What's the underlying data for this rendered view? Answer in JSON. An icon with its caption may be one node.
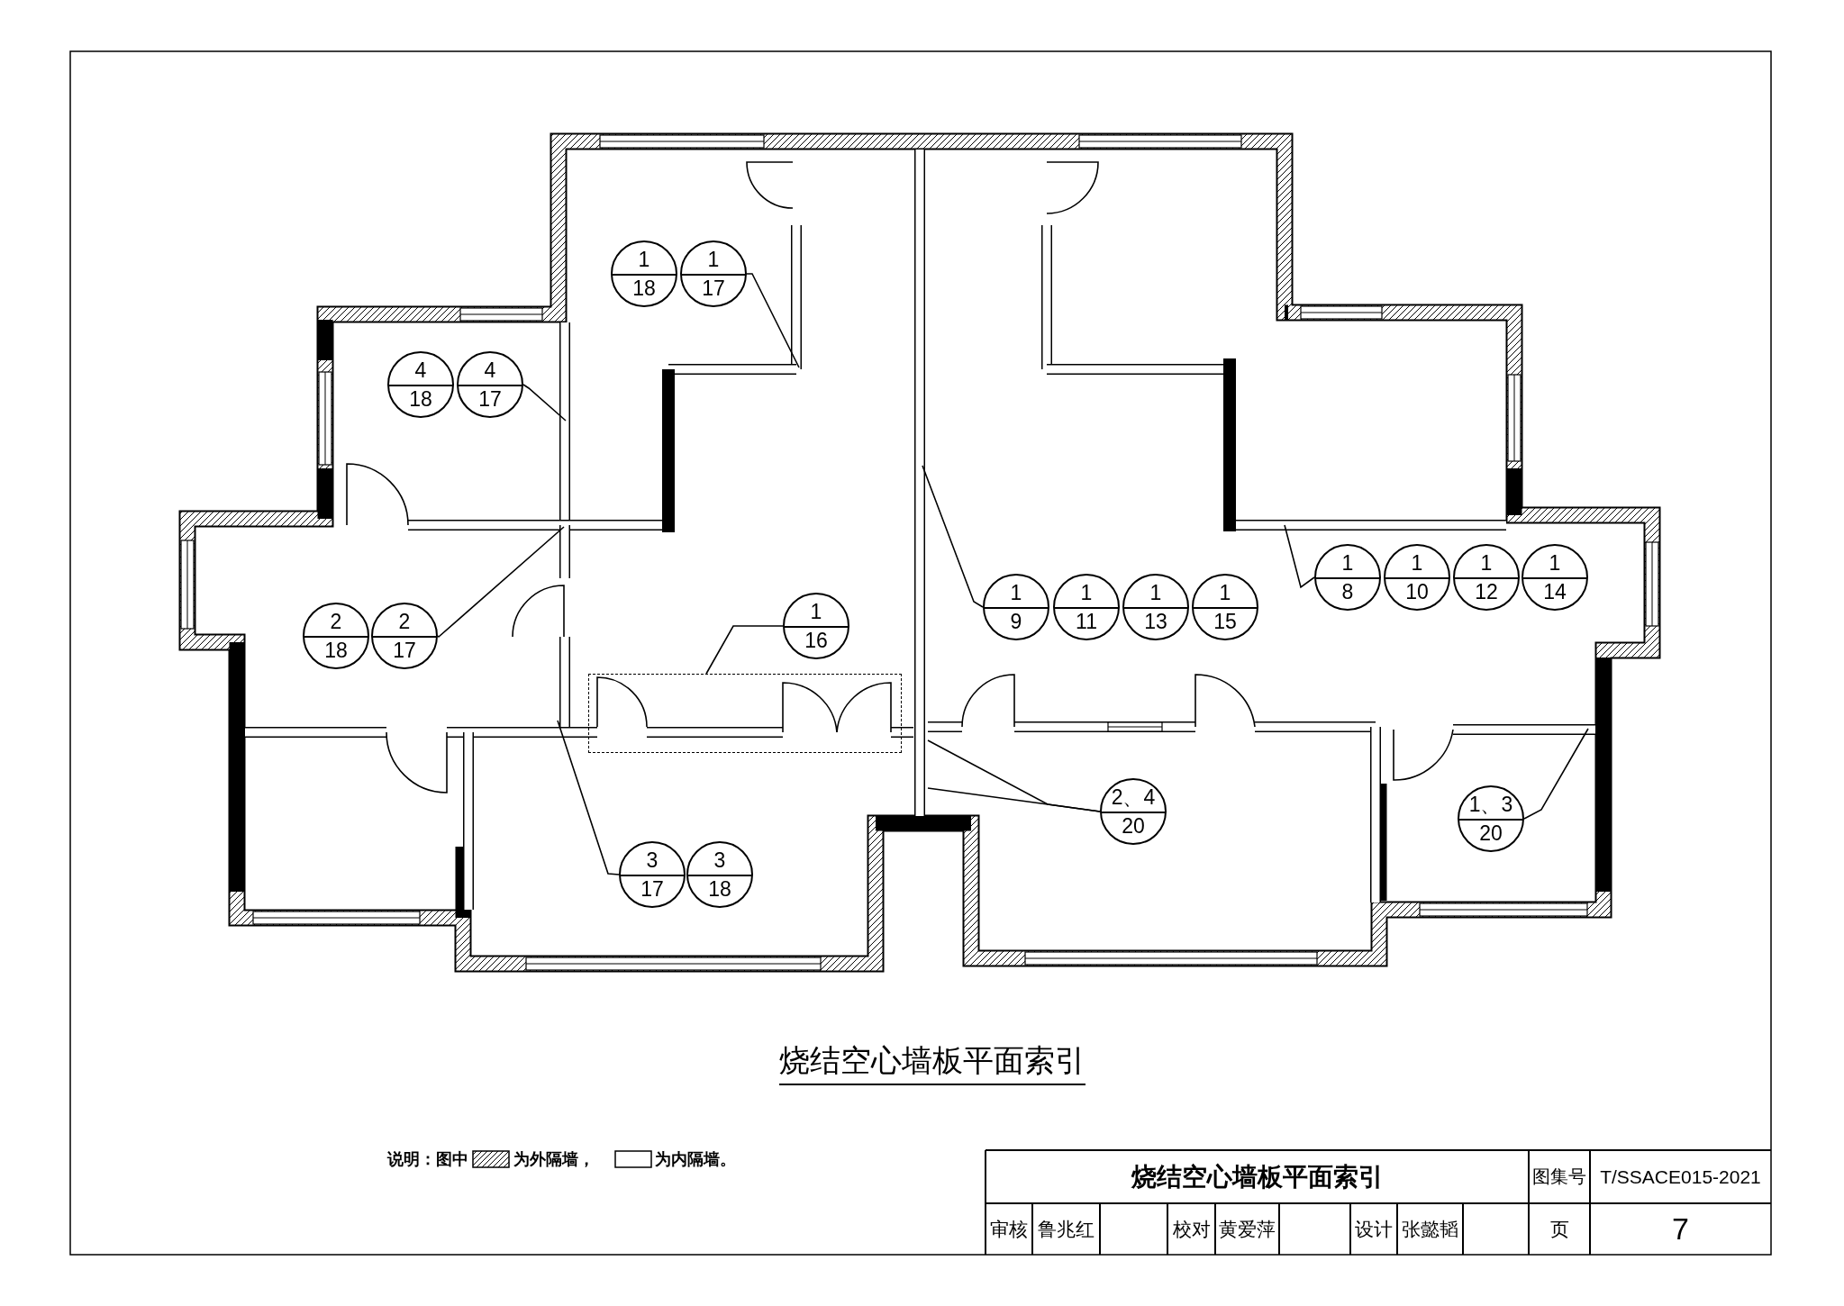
{
  "diagram": {
    "title": "烧结空心墙板平面索引",
    "nodes": [
      {
        "text": [
          "1",
          "18"
        ]
      },
      {
        "text": [
          "1",
          "17"
        ]
      },
      {
        "text": [
          "4",
          "18"
        ]
      },
      {
        "text": [
          "4",
          "17"
        ]
      },
      {
        "text": [
          "1",
          "8"
        ]
      },
      {
        "text": [
          "1",
          "10"
        ]
      },
      {
        "text": [
          "1",
          "12"
        ]
      },
      {
        "text": [
          "1",
          "14"
        ]
      },
      {
        "text": [
          "1",
          "9"
        ]
      },
      {
        "text": [
          "1",
          "11"
        ]
      },
      {
        "text": [
          "1",
          "13"
        ]
      },
      {
        "text": [
          "1",
          "15"
        ]
      },
      {
        "text": [
          "1",
          "16"
        ]
      },
      {
        "text": [
          "2",
          "18"
        ]
      },
      {
        "text": [
          "2",
          "17"
        ]
      },
      {
        "text": [],
        "shape": "box"
      },
      {
        "text": [
          "2、4",
          "20"
        ]
      },
      {
        "text": [
          "1、3",
          "20"
        ]
      },
      {
        "text": [
          "3",
          "17"
        ]
      },
      {
        "text": [
          "3",
          "18"
        ]
      }
    ],
    "edges": [
      {
        "from": 1,
        "to": null,
        "arrow": "none"
      },
      {
        "from": 3,
        "to": null,
        "arrow": "none"
      },
      {
        "from": 4,
        "to": null,
        "arrow": "none"
      },
      {
        "from": 8,
        "to": null,
        "arrow": "none"
      },
      {
        "from": 12,
        "to": 15,
        "arrow": "none"
      },
      {
        "from": 14,
        "to": null,
        "arrow": "none"
      },
      {
        "from": 16,
        "to": null,
        "arrow": "none"
      },
      {
        "from": 16,
        "to": null,
        "arrow": "none"
      },
      {
        "from": 17,
        "to": null,
        "arrow": "none"
      },
      {
        "from": 18,
        "to": null,
        "arrow": "none"
      }
    ],
    "labels": [
      "说明：图中",
      "烧结空心墙板平面索引",
      "图集号",
      "T/SSACE015-2021",
      "审核",
      "鲁兆红",
      "校对",
      "黄爱萍",
      "设计",
      "张懿韬",
      "页",
      "7"
    ],
    "legend": [
      {
        "text": "为外隔墙，"
      },
      {
        "text": "为内隔墙。"
      }
    ]
  }
}
